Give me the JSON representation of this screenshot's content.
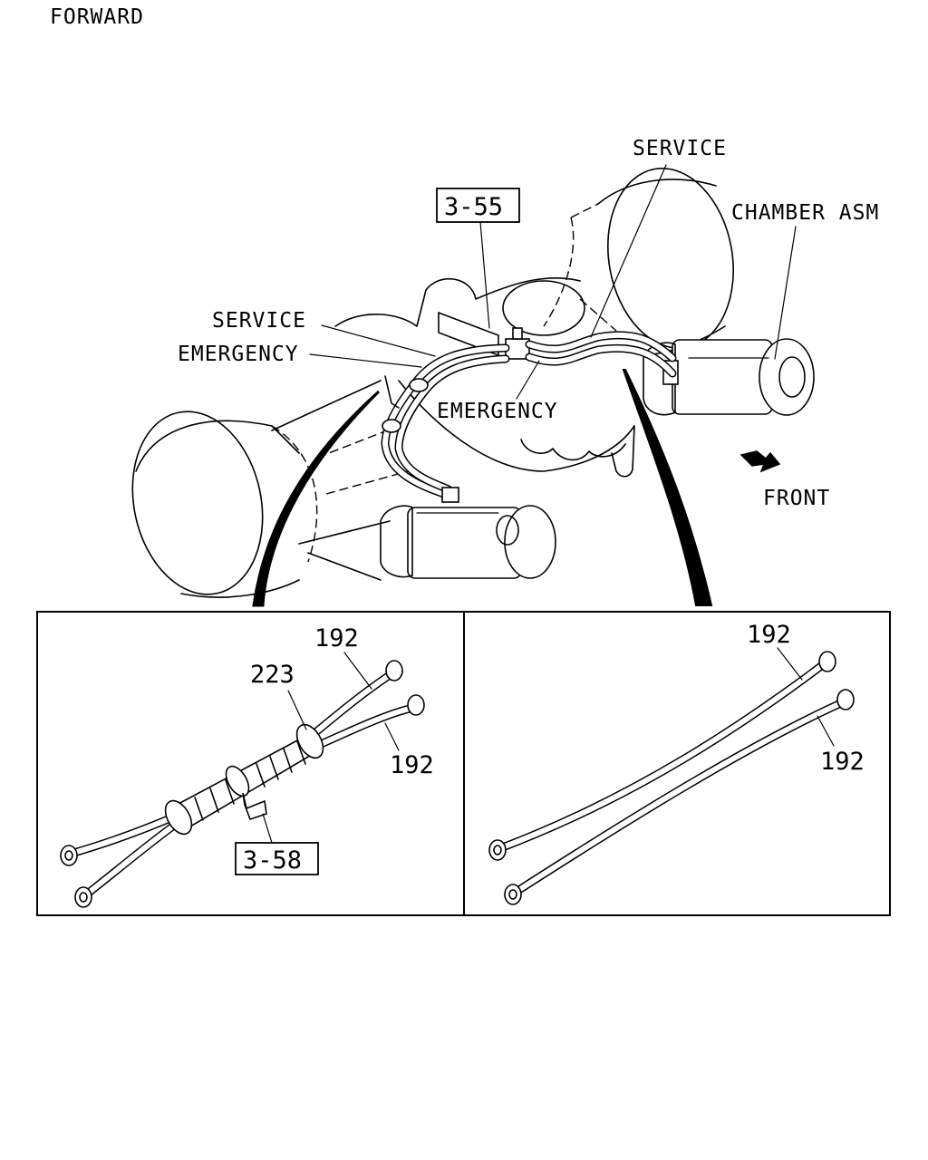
{
  "header": {
    "title": "FORWARD"
  },
  "labels": {
    "service_top": "SERVICE",
    "chamber_asm": "CHAMBER ASM",
    "service_left": "SERVICE",
    "emergency_left": "EMERGENCY",
    "emergency_center": "EMERGENCY",
    "front": "FRONT"
  },
  "refs": {
    "ref_3_55": "3-55",
    "ref_3_58": "3-58"
  },
  "parts": {
    "left_hose_a": "192",
    "left_hose_b": "192",
    "left_grommet": "223",
    "right_hose_a": "192",
    "right_hose_b": "192"
  }
}
